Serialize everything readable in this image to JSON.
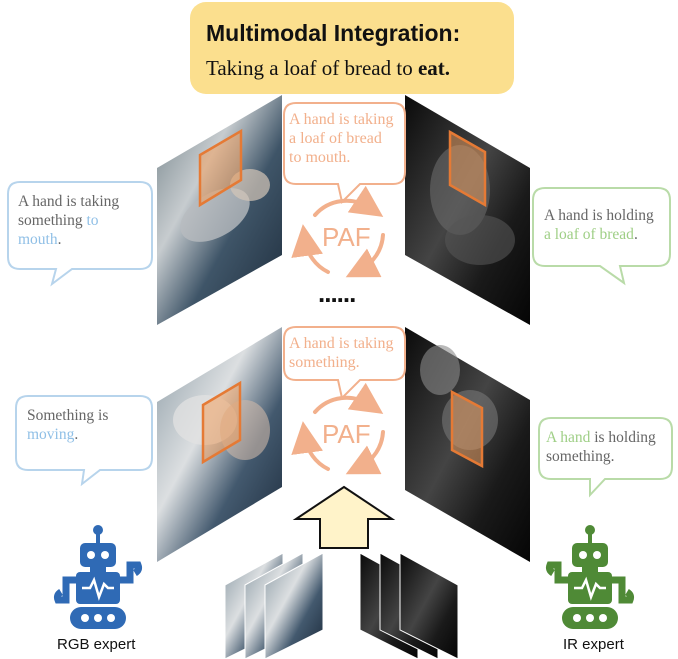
{
  "title": {
    "main": "Multimodal Integration:",
    "sub_prefix": "Taking a loaf of bread to ",
    "sub_bold": "eat."
  },
  "stage_top": {
    "paf_caption": [
      "A hand is taking",
      "a loaf of bread",
      "to mouth."
    ],
    "paf_label": "PAF",
    "rgb_bubble": {
      "line1": "A hand is taking",
      "line2": "something ",
      "line2_hl": "to",
      "line3_hl": "mouth",
      "line3_end": "."
    },
    "ir_bubble": {
      "line1": "A hand is holding",
      "line2_hl": "a loaf of bread",
      "line2_end": "."
    }
  },
  "ellipsis": "......",
  "stage_bottom": {
    "paf_caption": [
      "A hand is taking",
      "something."
    ],
    "paf_label": "PAF",
    "rgb_bubble": {
      "line1": "Something is",
      "line2_hl": "moving",
      "line2_end": "."
    },
    "ir_bubble": {
      "line1_hl": "A hand",
      "line1_end": " is holding",
      "line2": "something."
    }
  },
  "experts": {
    "rgb": {
      "label": "RGB expert",
      "icon": "robot-icon",
      "color": "#2f6ab5"
    },
    "ir": {
      "label": "IR expert",
      "icon": "robot-icon",
      "color": "#4f8a36"
    }
  },
  "colors": {
    "title_bg": "#fbdf8e",
    "rgb_accent": "#8fbfe6",
    "ir_accent": "#9fcf86",
    "paf_accent": "#f2b08c",
    "roi_box": "#e57a35",
    "arrow_fill": "#fff3c9"
  }
}
